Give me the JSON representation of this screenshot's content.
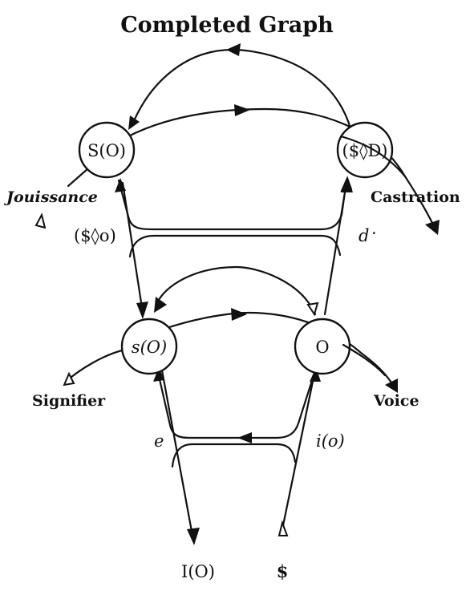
{
  "title": "Completed Graph",
  "nodes": {
    "s_of_O_upper": "S(O)",
    "barred_s_lozenge_D": "($◊D)",
    "s_of_O_lower": "s(O)",
    "O": "O"
  },
  "labels": {
    "jouissance": "Jouissance",
    "castration": "Castration",
    "signifier": "Signifier",
    "voice": "Voice",
    "barred_s_lozenge_o": "($◊o)",
    "d": "d",
    "e": "e",
    "i_of_o": "i(o)",
    "I_of_O": "I(O)",
    "barred_s": "$"
  },
  "colors": {
    "ink": "#111111",
    "background": "#ffffff"
  }
}
